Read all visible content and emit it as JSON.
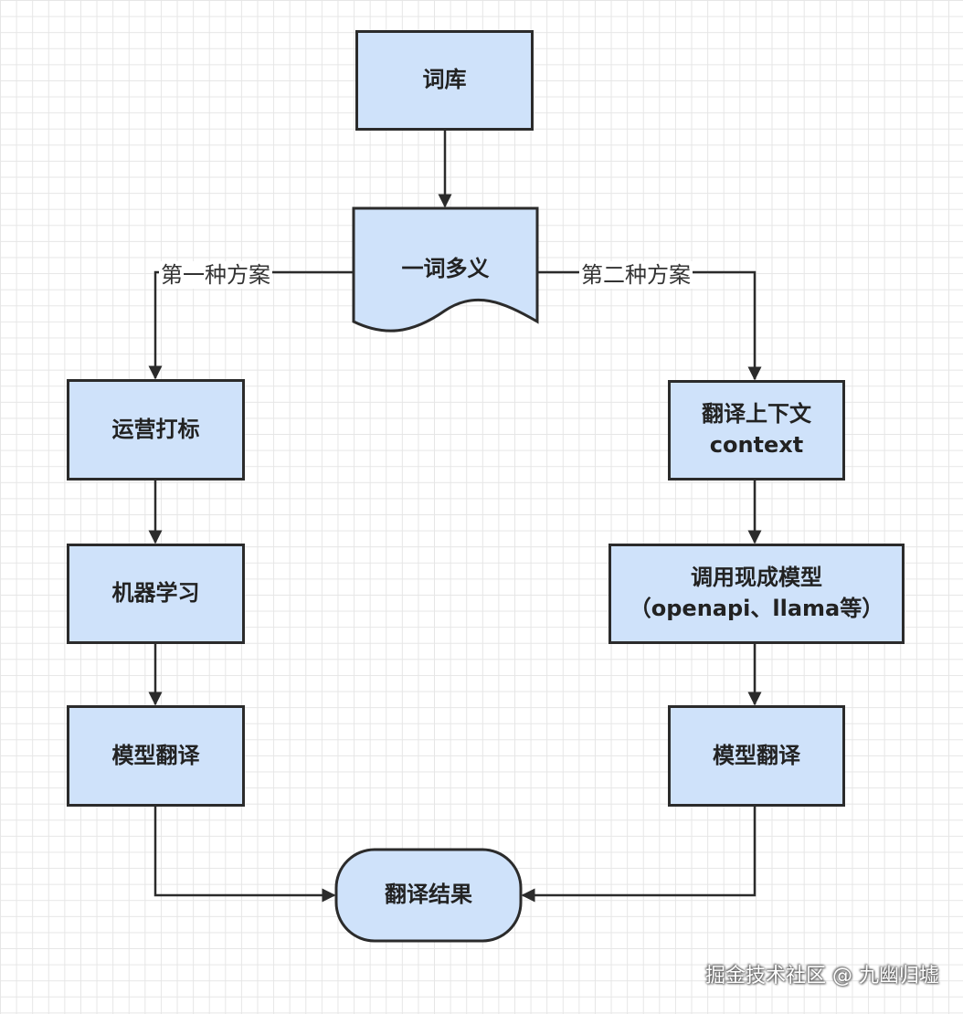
{
  "nodes": {
    "lexicon": "词库",
    "polysemy": "一词多义",
    "ops_tagging": "运营打标",
    "machine_learning": "机器学习",
    "model_translate_left": "模型翻译",
    "translate_context_line1": "翻译上下文",
    "translate_context_line2": "context",
    "call_model_line1": "调用现成模型",
    "call_model_line2": "（openapi、llama等）",
    "model_translate_right": "模型翻译",
    "result": "翻译结果"
  },
  "edges": {
    "option1": "第一种方案",
    "option2": "第二种方案"
  },
  "watermark": "掘金技术社区 @ 九幽归墟",
  "colors": {
    "node_fill": "#cfe2fa",
    "stroke": "#2b2b2b"
  }
}
